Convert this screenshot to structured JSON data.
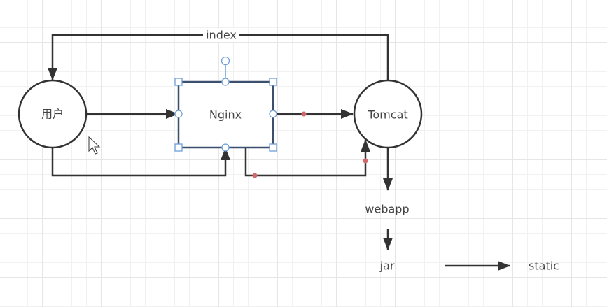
{
  "diagram": {
    "title": "",
    "nodes": [
      {
        "id": "user",
        "label": "用户",
        "shape": "circle"
      },
      {
        "id": "nginx",
        "label": "Nginx",
        "shape": "rectangle",
        "selected": true
      },
      {
        "id": "tomcat",
        "label": "Tomcat",
        "shape": "circle"
      },
      {
        "id": "webapp",
        "label": "webapp",
        "shape": "text"
      },
      {
        "id": "jar",
        "label": "jar",
        "shape": "text"
      },
      {
        "id": "static",
        "label": "static",
        "shape": "text"
      }
    ],
    "edges": [
      {
        "from": "user",
        "to": "nginx",
        "label": ""
      },
      {
        "from": "nginx",
        "to": "tomcat",
        "label": ""
      },
      {
        "from": "tomcat",
        "to": "user",
        "label": "index"
      },
      {
        "from": "user",
        "to": "nginx",
        "label": "",
        "route": "below"
      },
      {
        "from": "nginx",
        "to": "tomcat",
        "label": "",
        "route": "below"
      },
      {
        "from": "tomcat",
        "to": "webapp",
        "label": ""
      },
      {
        "from": "webapp",
        "to": "jar",
        "label": ""
      },
      {
        "from": "jar",
        "to": "static",
        "label": ""
      }
    ],
    "colors": {
      "stroke": "#333333",
      "selection": "#6e9fd8",
      "waypoint": "#d06a6a",
      "text": "#444444"
    }
  }
}
